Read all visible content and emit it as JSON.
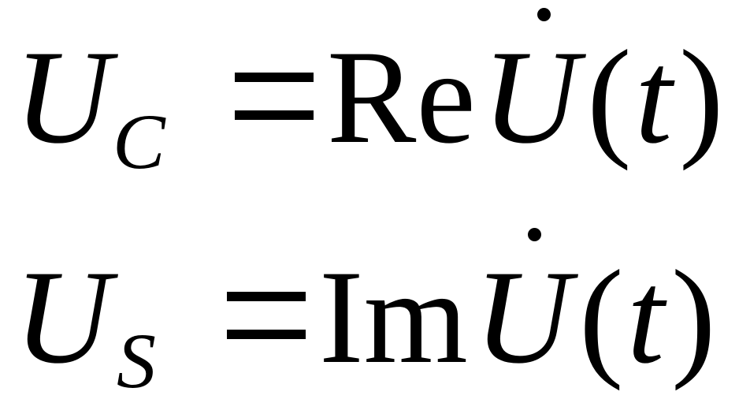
{
  "equations": [
    {
      "lhs": "U",
      "lhs_subscript": "C",
      "operator": "Re",
      "function": "U",
      "open_paren": "(",
      "argument": "t",
      "close_paren": ")"
    },
    {
      "lhs": "U",
      "lhs_subscript": "S",
      "operator": "Im",
      "function": "U",
      "open_paren": "(",
      "argument": "t",
      "close_paren": ")"
    }
  ],
  "colors": {
    "ink": "#000000",
    "background": "#ffffff"
  }
}
